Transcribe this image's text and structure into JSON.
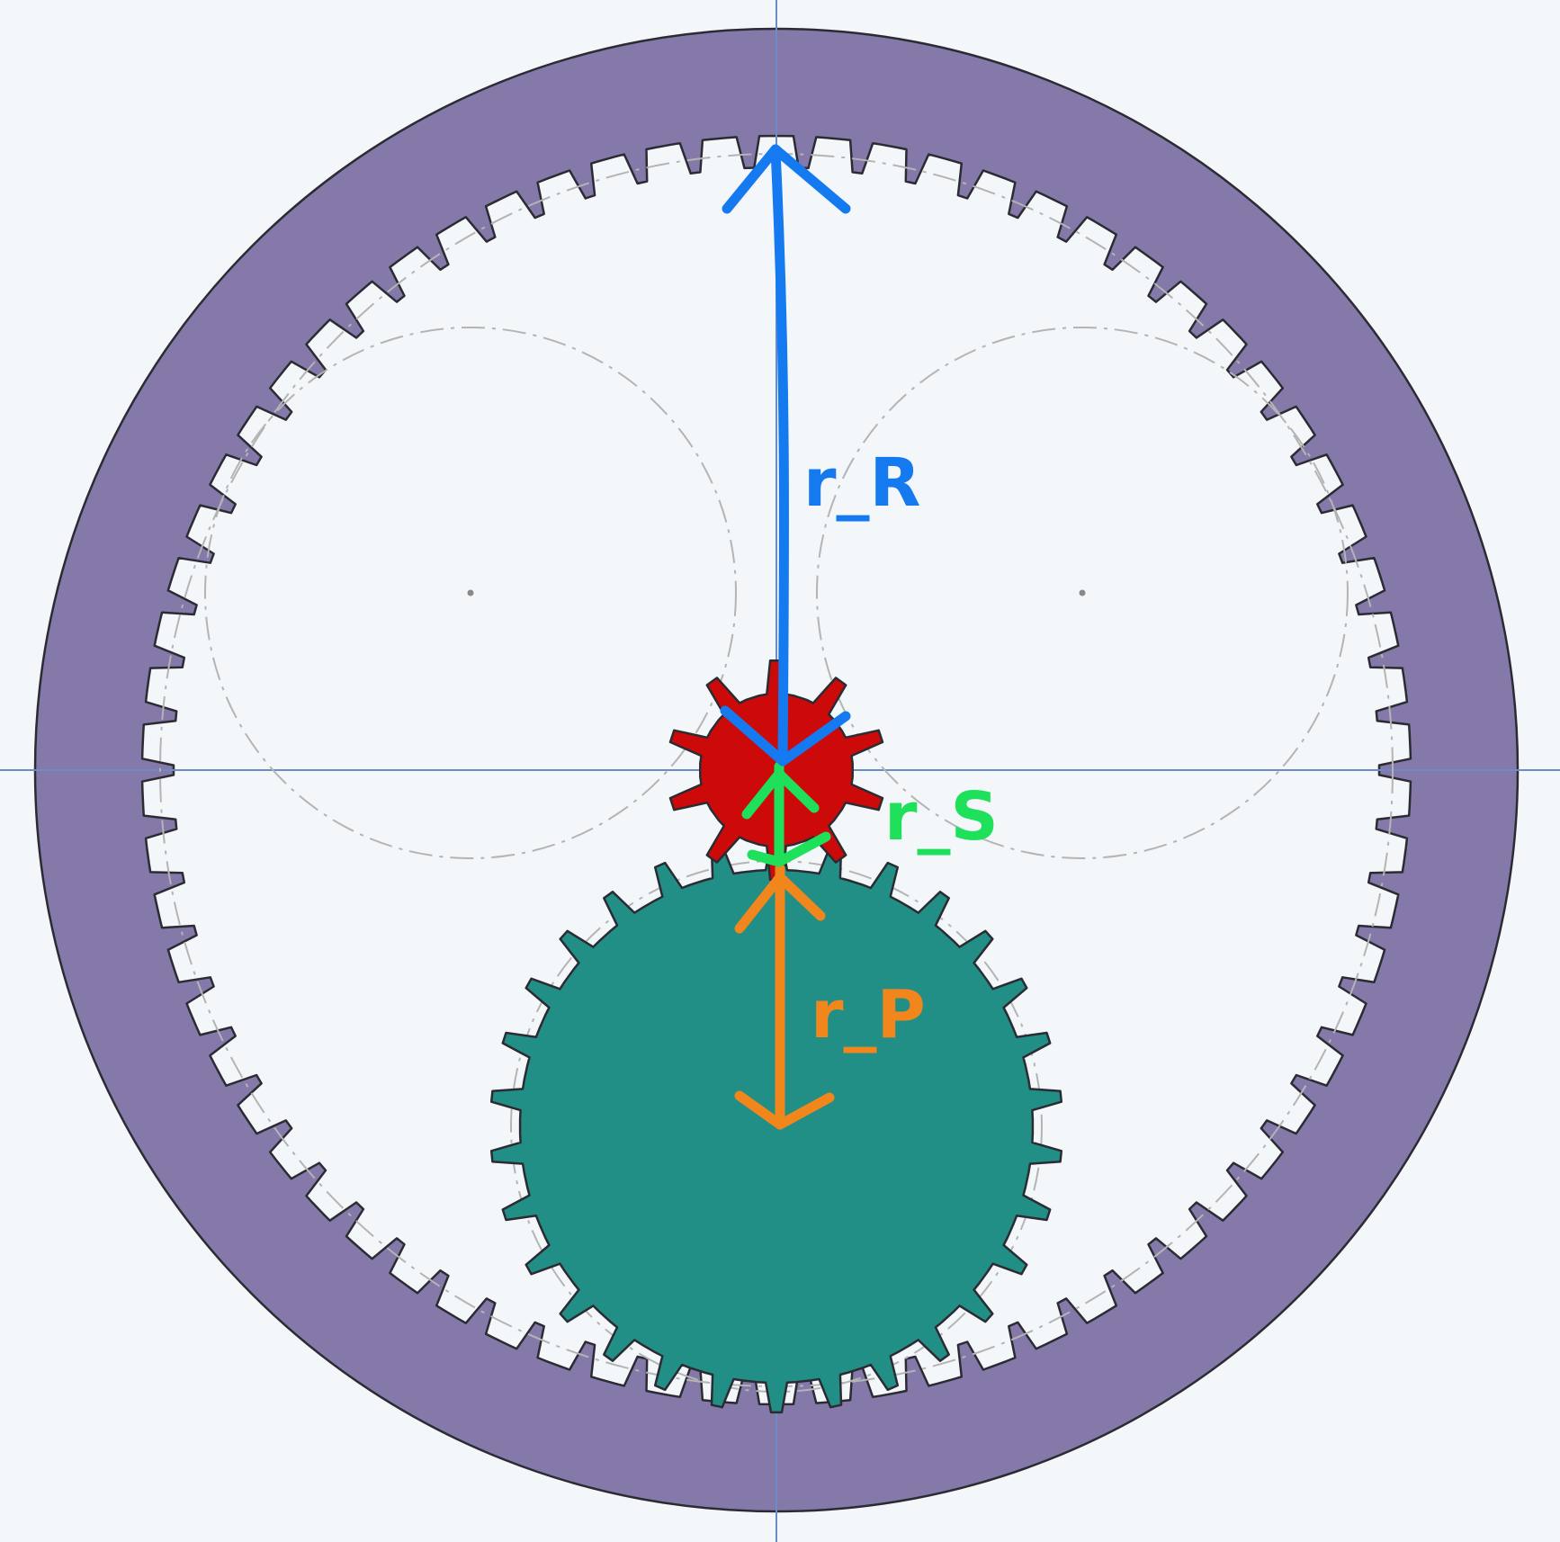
{
  "diagram": {
    "colors": {
      "background": "#f3f7fa",
      "ring_gear": "#8579aa",
      "planet_gear": "#218f86",
      "sun_gear": "#cc0a0a",
      "axis_lines": "#6b8cc7",
      "pitch_circles": "#b4b4b4",
      "r_R": "#1579f0",
      "r_S": "#1fe05a",
      "r_P": "#f0861c"
    },
    "labels": {
      "r_R": "r_R",
      "r_S": "r_S",
      "r_P": "r_P"
    }
  }
}
